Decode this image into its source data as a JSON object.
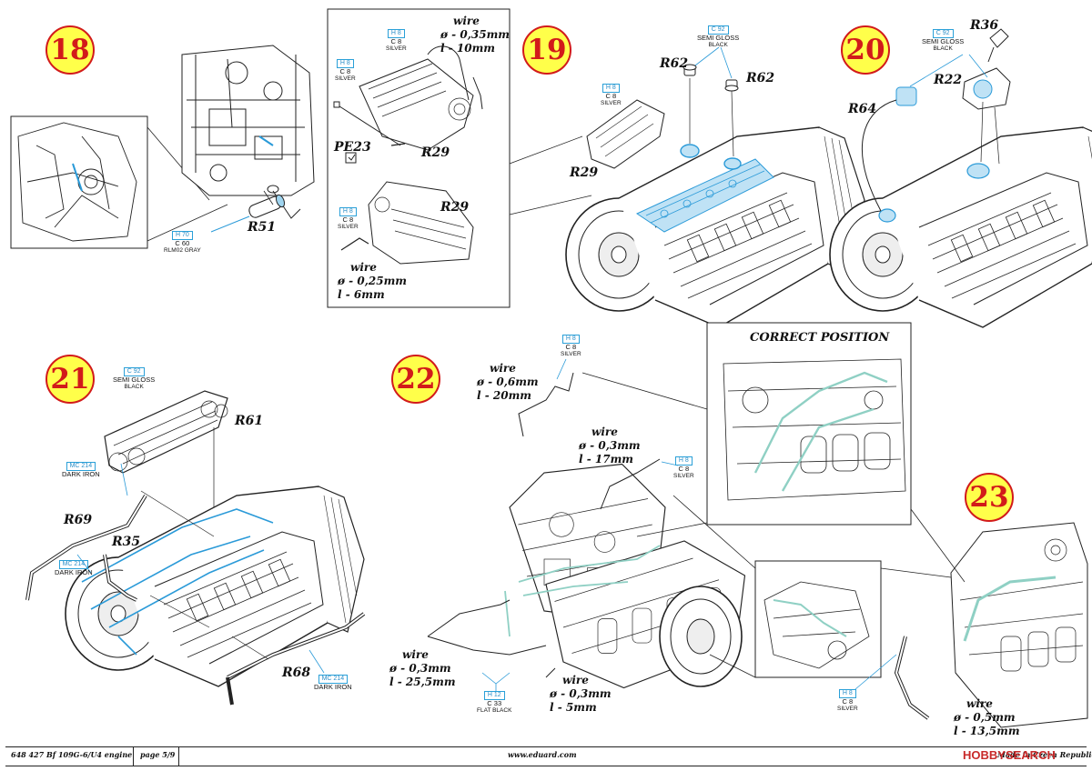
{
  "steps": [
    "18",
    "19",
    "20",
    "21",
    "22",
    "23"
  ],
  "parts": {
    "r51": "R51",
    "r29a": "R29",
    "r29b": "R29",
    "r29c": "R29",
    "pe23": "PE23",
    "r62a": "R62",
    "r62b": "R62",
    "r36": "R36",
    "r22": "R22",
    "r64": "R64",
    "r61": "R61",
    "r69": "R69",
    "r35": "R35",
    "r68": "R68"
  },
  "wires": {
    "w1": {
      "label": "wire",
      "dia": "ø - 0,35mm",
      "len": "l - 10mm"
    },
    "w2": {
      "label": "wire",
      "dia": "ø - 0,25mm",
      "len": "l - 6mm"
    },
    "w3": {
      "label": "wire",
      "dia": "ø - 0,6mm",
      "len": "l - 20mm"
    },
    "w4": {
      "label": "wire",
      "dia": "ø - 0,3mm",
      "len": "l - 17mm"
    },
    "w5": {
      "label": "wire",
      "dia": "ø - 0,3mm",
      "len": "l - 25,5mm"
    },
    "w6": {
      "label": "wire",
      "dia": "ø - 0,3mm",
      "len": "l - 5mm"
    },
    "w7": {
      "label": "wire",
      "dia": "ø - 0,5mm",
      "len": "l - 13,5mm"
    }
  },
  "paints": {
    "p1": {
      "code1": "H 70",
      "code2": "C 60",
      "name": "RLM02 GRAY"
    },
    "p2": {
      "code1": "H 8",
      "code2": "C 8",
      "name": "SILVER"
    },
    "p3": {
      "code1": "H 8",
      "code2": "C 8",
      "name": "SILVER"
    },
    "p4": {
      "code1": "H 8",
      "code2": "C 8",
      "name": "SILVER"
    },
    "p5": {
      "code1": "C 92",
      "code2": "SEMI GLOSS",
      "name": "BLACK"
    },
    "p6": {
      "code1": "H 8",
      "code2": "C 8",
      "name": "SILVER"
    },
    "p7": {
      "code1": "C 92",
      "code2": "SEMI GLOSS",
      "name": "BLACK"
    },
    "p8": {
      "code1": "C 92",
      "code2": "SEMI GLOSS",
      "name": "BLACK"
    },
    "p9": {
      "code1": "MC 214",
      "code2": "DARK IRON",
      "name": ""
    },
    "p10": {
      "code1": "MC 214",
      "code2": "DARK IRON",
      "name": ""
    },
    "p11": {
      "code1": "MC 214",
      "code2": "DARK IRON",
      "name": ""
    },
    "p12": {
      "code1": "H 8",
      "code2": "C 8",
      "name": "SILVER"
    },
    "p13": {
      "code1": "H 8",
      "code2": "C 8",
      "name": "SILVER"
    },
    "p14": {
      "code1": "H 12",
      "code2": "C 33",
      "name": "FLAT BLACK"
    },
    "p15": {
      "code1": "H 8",
      "code2": "C 8",
      "name": "SILVER"
    }
  },
  "correct_position": "CORRECT POSITION",
  "footer": {
    "kit": "648 427  Bf 109G-6/U4 engine",
    "page": "page 5/9",
    "site": "www.eduard.com",
    "made": "Made in Czech Republic",
    "brand": "HOBBYSEARCH"
  },
  "colors": {
    "accent_blue": "#2a9ad8",
    "step_fill": "#ffff4a",
    "step_ring": "#d21a1a",
    "line": "#222222"
  }
}
